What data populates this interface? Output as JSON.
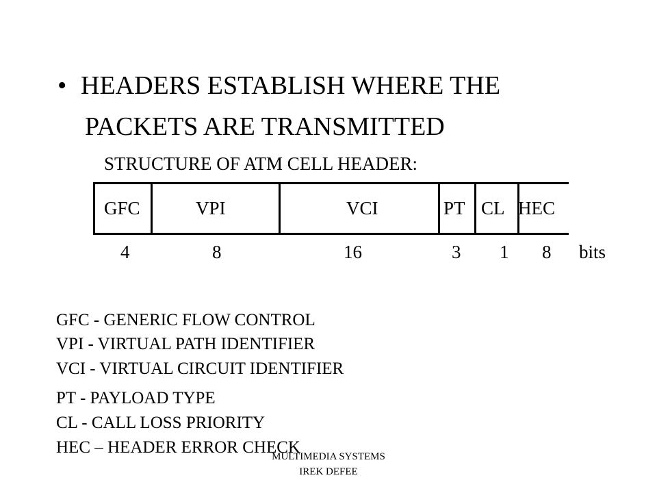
{
  "slide": {
    "bullet_glyph": "•",
    "title_line1": "HEADERS ESTABLISH WHERE THE",
    "title_line2": "PACKETS ARE TRANSMITTED",
    "subtitle": "STRUCTURE  OF ATM  CELL HEADER:"
  },
  "cell_header": {
    "fields": [
      {
        "label": "GFC",
        "bits": "4"
      },
      {
        "label": "VPI",
        "bits": "8"
      },
      {
        "label": "VCI",
        "bits": "16"
      },
      {
        "label": "PT",
        "bits": "3"
      },
      {
        "label": "CL",
        "bits": "1"
      },
      {
        "label": "HEC",
        "bits": "8"
      }
    ],
    "bits_unit": "bits"
  },
  "legend": [
    "GFC  - GENERIC FLOW CONTROL",
    "VPI   - VIRTUAL PATH IDENTIFIER",
    "VCI  - VIRTUAL CIRCUIT IDENTIFIER",
    "PT    -  PAYLOAD TYPE",
    "CL     - CALL LOSS PRIORITY",
    "HEC – HEADER ERROR CHECK"
  ],
  "footer": {
    "line1": "MULTIMEDIA SYSTEMS",
    "line2": "IREK DEFEE"
  }
}
